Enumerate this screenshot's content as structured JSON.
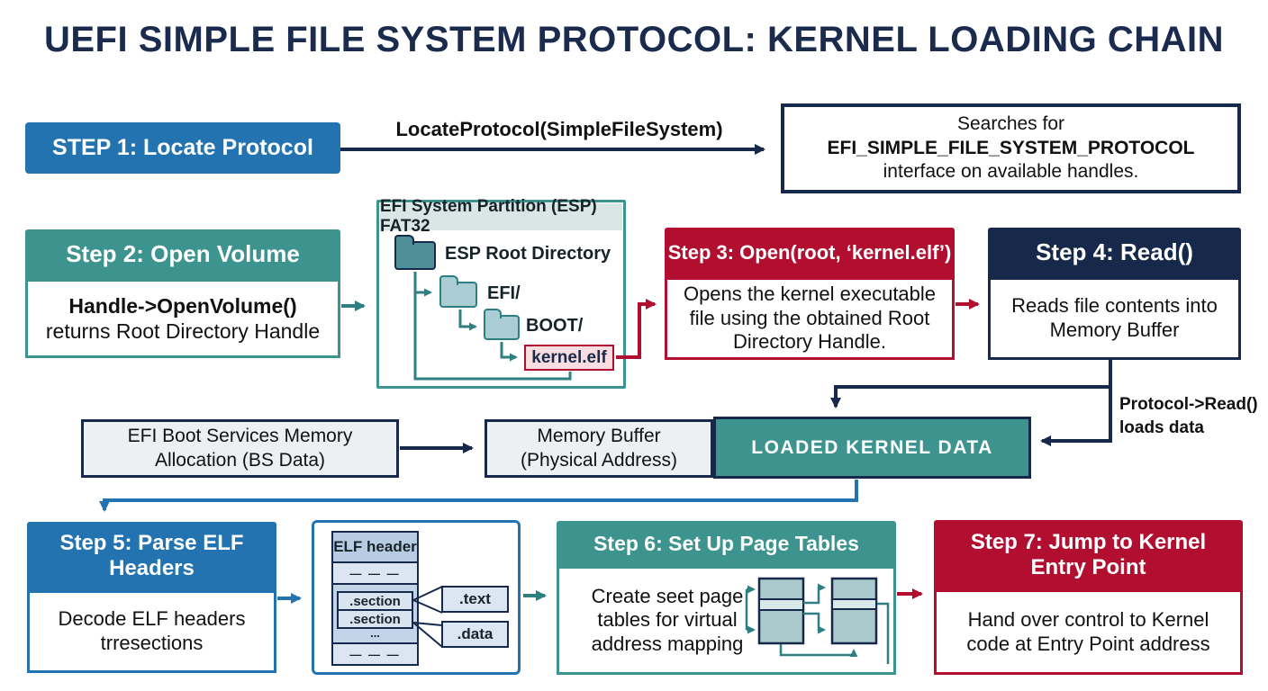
{
  "title": "UEFI SIMPLE FILE SYSTEM PROTOCOL: KERNEL LOADING CHAIN",
  "step1": {
    "label": "STEP 1: Locate Protocol",
    "arrow_label": "LocateProtocol(SimpleFileSystem)",
    "result_line1": "Searches for",
    "result_line2": "EFI_SIMPLE_FILE_SYSTEM_PROTOCOL",
    "result_line3": "interface on available handles."
  },
  "step2": {
    "title": "Step 2: Open Volume",
    "body_bold": "Handle->OpenVolume()",
    "body_rest": "returns Root Directory Handle"
  },
  "esp": {
    "title": "EFI System Partition (ESP) FAT32",
    "root_label": "ESP Root Directory",
    "efi_label": "EFI/",
    "boot_label": "BOOT/",
    "kernel_label": "kernel.elf"
  },
  "step3": {
    "title": "Step 3: Open(root, ‘kernel.elf’)",
    "body": "Opens the kernel executable file using the obtained Root Directory Handle."
  },
  "step4": {
    "title": "Step 4: Read()",
    "body_line1": "Reads file contents into",
    "body_line2": "Memory Buffer",
    "read_label_line1": "Protocol->Read()",
    "read_label_line2": "loads data"
  },
  "memory_row": {
    "bs_line1": "EFI Boot Services Memory",
    "bs_line2": "Allocation (BS Data)",
    "buffer_line1": "Memory Buffer",
    "buffer_line2": "(Physical Address)",
    "loaded": "LOADED KERNEL DATA"
  },
  "step5": {
    "title": "Step 5: Parse ELF Headers",
    "body_line1": "Decode ELF headers",
    "body_line2": "trresections"
  },
  "elf": {
    "header": "ELF header",
    "dashes": "— — —",
    "dots": "...",
    "section": ".section",
    "text_box": ".text",
    "data_box": ".data"
  },
  "step6": {
    "title": "Step 6: Set Up Page Tables",
    "body_line1": "Create seet page",
    "body_line2": "tables for virtual",
    "body_line3": "address mapping"
  },
  "step7": {
    "title": "Step 7: Jump to Kernel Entry Point",
    "body_line1": "Hand over control to Kernel",
    "body_line2": "code at Entry Point address"
  },
  "colors": {
    "navy": "#16294B",
    "blue": "#2273B0",
    "teal": "#3D938D",
    "teal-dark": "#2E7F82",
    "red": "#B10E30",
    "graybox": "#EDF0F2",
    "esp-header": "#D8E7E5",
    "pink": "#F8DDE1",
    "folder-dark": "#4E8F98",
    "folder-light": "#A9CDD3",
    "title": "#1B2B4D"
  }
}
